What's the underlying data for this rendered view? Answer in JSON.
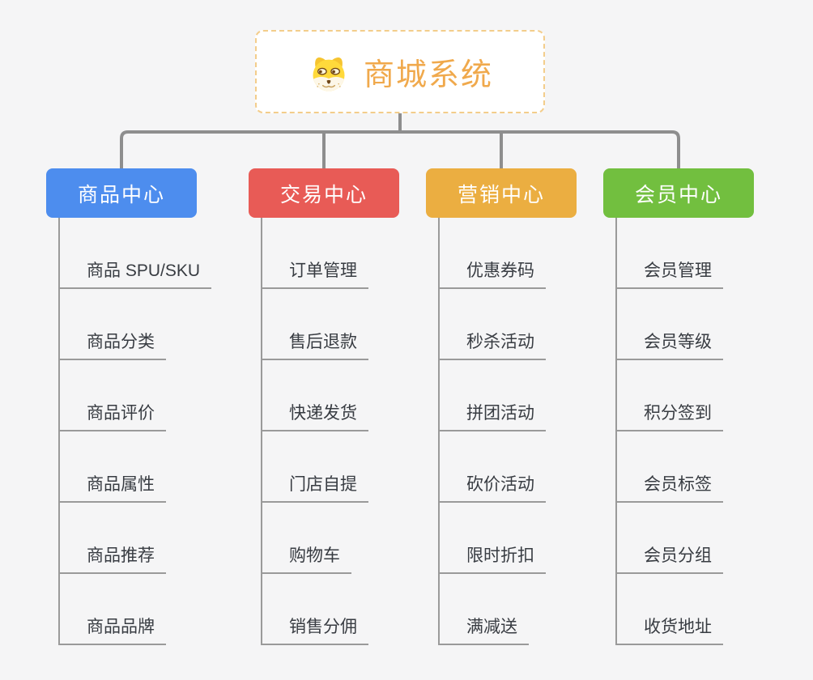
{
  "canvas": {
    "background": "#f5f5f6",
    "connector_color": "#8e8e8e",
    "underline_color": "#9a9a9a"
  },
  "root": {
    "label": "商城系统",
    "text_color": "#f0a94c",
    "border_color": "#f3cd8b",
    "icon": "doge-icon"
  },
  "branches": [
    {
      "label": "商品中心",
      "color": "#4d8dee",
      "items": [
        "商品 SPU/SKU",
        "商品分类",
        "商品评价",
        "商品属性",
        "商品推荐",
        "商品品牌"
      ]
    },
    {
      "label": "交易中心",
      "color": "#e85b56",
      "items": [
        "订单管理",
        "售后退款",
        "快递发货",
        "门店自提",
        "购物车",
        "销售分佣"
      ]
    },
    {
      "label": "营销中心",
      "color": "#ebae41",
      "items": [
        "优惠券码",
        "秒杀活动",
        "拼团活动",
        "砍价活动",
        "限时折扣",
        "满减送"
      ]
    },
    {
      "label": "会员中心",
      "color": "#72bf3f",
      "items": [
        "会员管理",
        "会员等级",
        "积分签到",
        "会员标签",
        "会员分组",
        "收货地址"
      ]
    }
  ]
}
